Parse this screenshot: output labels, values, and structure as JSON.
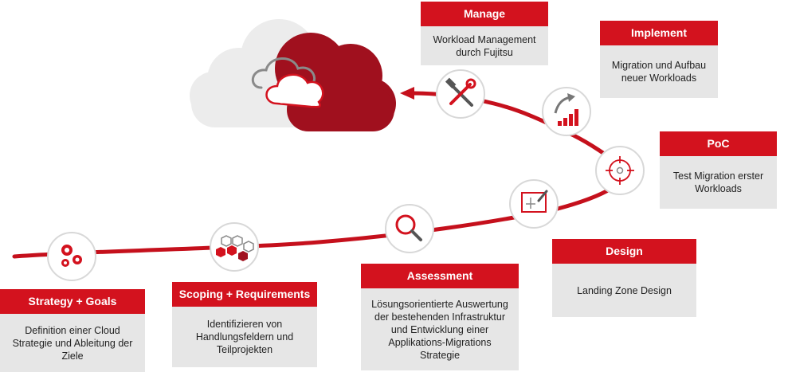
{
  "colors": {
    "accent": "#d3121e",
    "panel": "#e6e6e6",
    "curve": "#c5101c",
    "cloud_dark": "#a0101e",
    "cloud_light": "#ececec"
  },
  "steps": [
    {
      "title": "Strategy + Goals",
      "desc": "Definition einer Cloud Strategie und Ableitung der Ziele",
      "icon": "gears-icon"
    },
    {
      "title": "Scoping + Requirements",
      "desc": "Identifizieren von Handlungsfeldern und Teilprojekten",
      "icon": "hexagons-icon"
    },
    {
      "title": "Assessment",
      "desc": "Lösungsorientierte Auswertung der bestehenden Infrastruktur und Entwicklung einer Applikations-Migrations Strategie",
      "icon": "magnifier-icon"
    },
    {
      "title": "Design",
      "desc": "Landing Zone Design",
      "icon": "blueprint-icon"
    },
    {
      "title": "PoC",
      "desc": "Test Migration erster Workloads",
      "icon": "target-icon"
    },
    {
      "title": "Implement",
      "desc": "Migration und Aufbau neuer Workloads",
      "icon": "growth-chart-icon"
    },
    {
      "title": "Manage",
      "desc": "Workload Management durch Fujitsu",
      "icon": "tools-icon"
    }
  ]
}
